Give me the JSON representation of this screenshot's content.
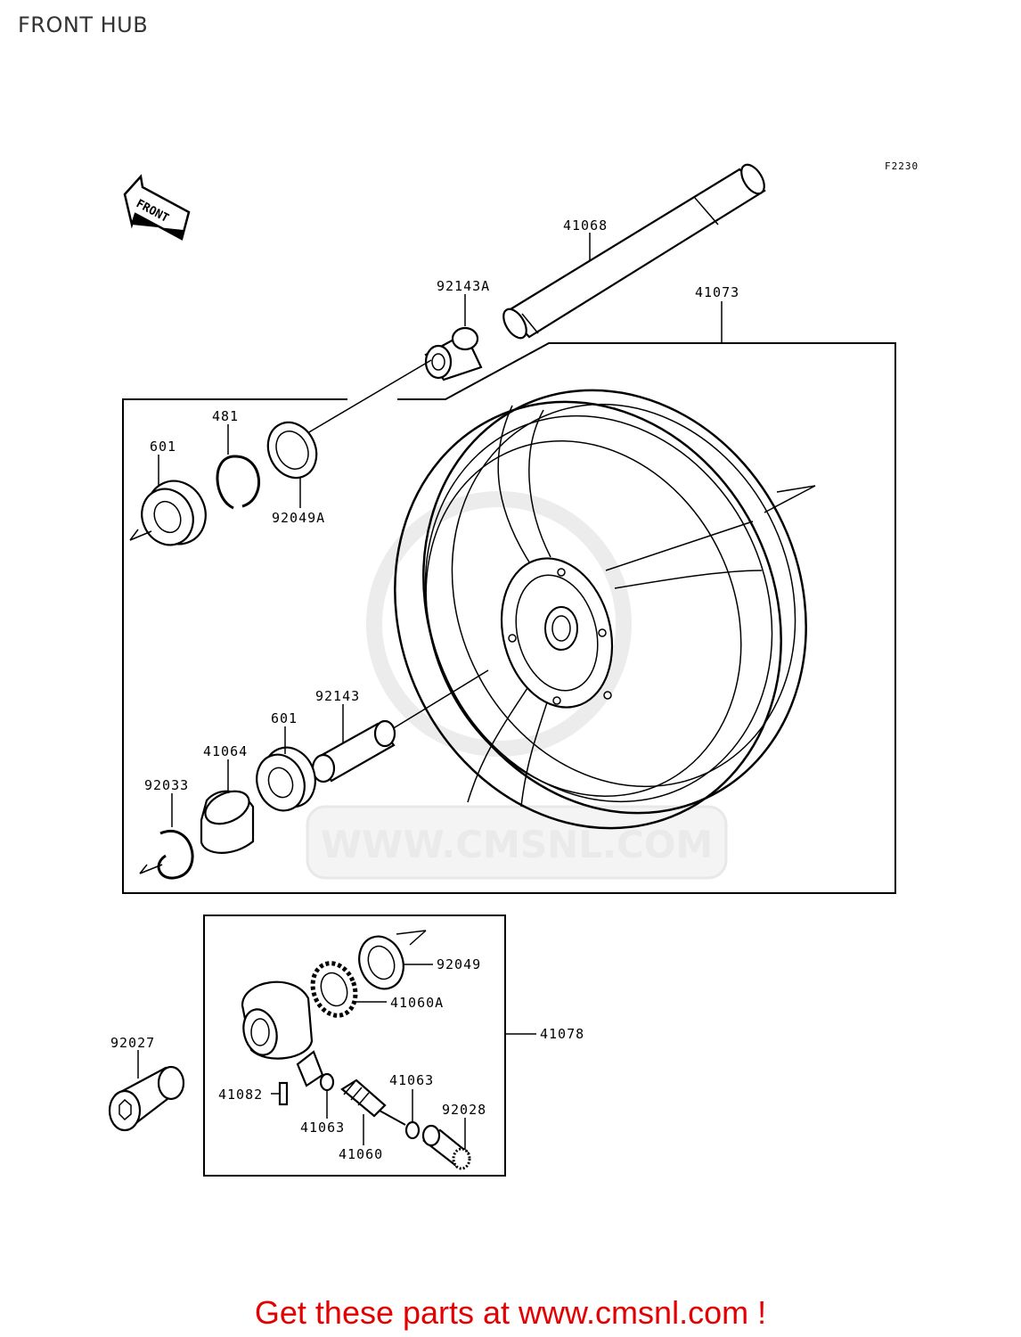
{
  "title": "FRONT HUB",
  "figure_code": "F2230",
  "front_arrow_text": "FRONT",
  "watermark_text": "WWW.CMSNL.COM",
  "parts": {
    "p41068": "41068",
    "p92143A": "92143A",
    "p41073": "41073",
    "p481": "481",
    "p601_top": "601",
    "p92049A": "92049A",
    "p92143": "92143",
    "p601_bottom": "601",
    "p41064": "41064",
    "p92033": "92033",
    "p92049": "92049",
    "p41060A": "41060A",
    "p41078": "41078",
    "p92027": "92027",
    "p41082": "41082",
    "p41063_a": "41063",
    "p41063_b": "41063",
    "p92028": "92028",
    "p41060": "41060"
  },
  "footer_text": "Get these parts at www.cmsnl.com !",
  "colors": {
    "footer": "#e30000",
    "lines": "#000000",
    "watermark": "#eaeaea"
  }
}
